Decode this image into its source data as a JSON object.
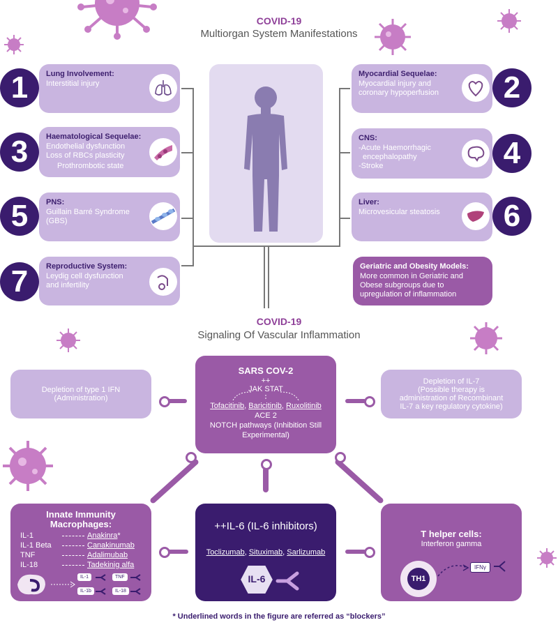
{
  "top": {
    "title": "COVID-19",
    "subtitle": "Multiorgan System Manifestations"
  },
  "manifestations": {
    "m1": {
      "num": "1",
      "title": "Lung Involvement:",
      "lines": [
        "Interstitial injury"
      ],
      "icon": "lungs-icon"
    },
    "m2": {
      "num": "2",
      "title": "Myocardial Sequelae:",
      "lines": [
        "Myocardial injury and",
        "coronary hypoperfusion"
      ],
      "icon": "heart-icon"
    },
    "m3": {
      "num": "3",
      "title": "Haematological Sequelae:",
      "lines": [
        "Endothelial dysfunction",
        "Loss of RBCs plasticity",
        "Prothrombotic state"
      ],
      "icon": "blood-vessel-icon"
    },
    "m4": {
      "num": "4",
      "title": "CNS:",
      "lines": [
        "-Acute Haemorrhagic",
        "encephalopathy",
        "-Stroke"
      ],
      "icon": "brain-icon"
    },
    "m5": {
      "num": "5",
      "title": "PNS:",
      "lines": [
        "Guillain Barré Syndrome",
        "(GBS)"
      ],
      "icon": "nerve-icon"
    },
    "m6": {
      "num": "6",
      "title": "Liver:",
      "lines": [
        "Microvesicular steatosis"
      ],
      "icon": "liver-icon"
    },
    "m7": {
      "num": "7",
      "title": "Reproductive System:",
      "lines": [
        "Leydig cell dysfunction",
        "and infertility"
      ],
      "icon": "reproductive-icon"
    },
    "geriatric": {
      "title": "Geriatric and Obesity Models:",
      "lines": [
        "More common in Geriatric and",
        "Obese subgroups due to",
        "upregulation of inflammation"
      ]
    }
  },
  "bottom": {
    "title": "COVID-19",
    "subtitle": "Signaling Of Vascular Inflammation"
  },
  "sars": {
    "title": "SARS COV-2",
    "plus": "++",
    "jak": "JAK STAT",
    "tofa": "Tofacitinib",
    "comma1": ", ",
    "bari": "Baricitinib",
    "comma2": ", ",
    "ruxo": "Ruxolitinib",
    "ace": "ACE 2",
    "notch1": "NOTCH pathways  (Inhibition Still",
    "notch2": "Experimental)"
  },
  "ifn": {
    "line1": "Depletion of type 1 IFN",
    "line2": "(Administration)"
  },
  "il7": {
    "line1": "Depletion of IL-7",
    "line2": "(Possible therapy is",
    "line3": "administration of Recombinant",
    "line4": "IL-7 a key regulatory cytokine)"
  },
  "innate": {
    "title1": "Innate Immunity",
    "title2": "Macrophages:",
    "rows": [
      {
        "cytokine": "IL-1",
        "drug": "Anakinra",
        "star": "*"
      },
      {
        "cytokine": "IL-1 Beta",
        "drug": "Canakinumab",
        "star": ""
      },
      {
        "cytokine": "TNF",
        "drug": "Adalimubab",
        "star": ""
      },
      {
        "cytokine": "IL-18",
        "drug": "Tadekinig alfa",
        "star": ""
      }
    ],
    "chips": [
      "IL-1",
      "TNF",
      "IL-1b",
      "IL-18"
    ]
  },
  "il6": {
    "title": "++IL-6  (IL-6 inhibitors)",
    "d1": "Toclizumab",
    "c1": ", ",
    "d2": "Situximab",
    "c2": ", ",
    "d3": "Sarlizumab",
    "label": "IL-6"
  },
  "thelper": {
    "title": "T helper cells:",
    "sub": "Interferon gamma",
    "cell": "TH1",
    "ifn": "IFNγ"
  },
  "footnote": "* Underlined words in the figure are referred as “blockers”",
  "colors": {
    "dark": "#3a1c6e",
    "mid": "#9a5aa6",
    "light": "#c9b5e0",
    "title": "#8e3f98"
  }
}
